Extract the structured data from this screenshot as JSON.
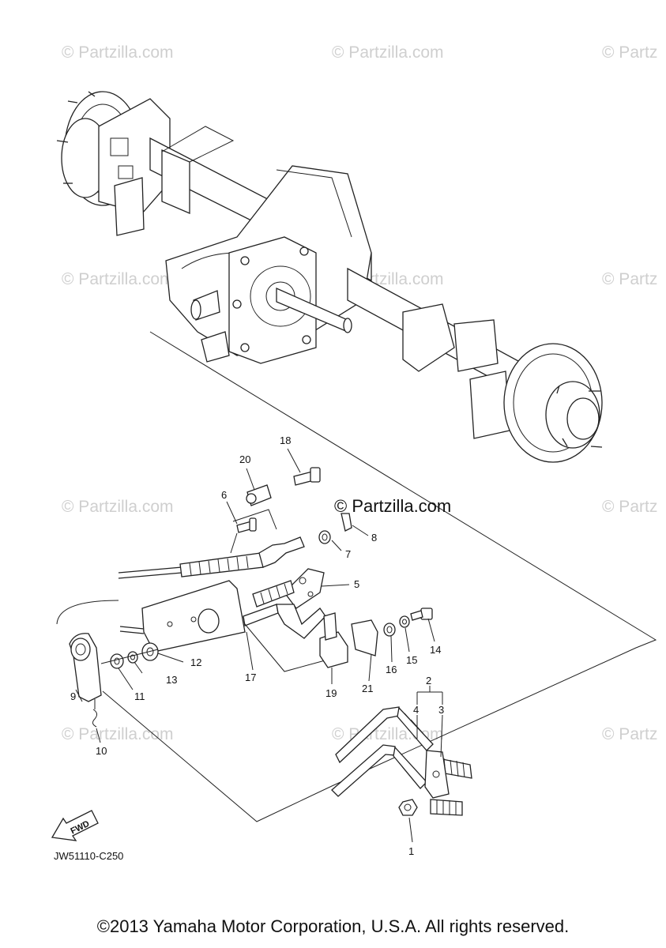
{
  "watermarks": [
    "© Partzilla.com",
    "© Partzilla.com",
    "© Partz",
    "© Partzilla.com",
    "© Partzilla.com",
    "© Partz",
    "© Partzilla.com",
    "© Partz",
    "© Partzilla.com",
    "© Partzilla.com",
    "© Partz"
  ],
  "brand_watermark": "© Partzilla.com",
  "callouts": [
    "1",
    "2",
    "3",
    "4",
    "5",
    "6",
    "7",
    "8",
    "9",
    "10",
    "11",
    "12",
    "13",
    "14",
    "15",
    "16",
    "17",
    "18",
    "19",
    "20",
    "21"
  ],
  "fwd_badge": "FWD",
  "diagram_code": "JW51110-C250",
  "copyright": "©2013 Yamaha Motor Corporation, U.S.A. All rights reserved."
}
